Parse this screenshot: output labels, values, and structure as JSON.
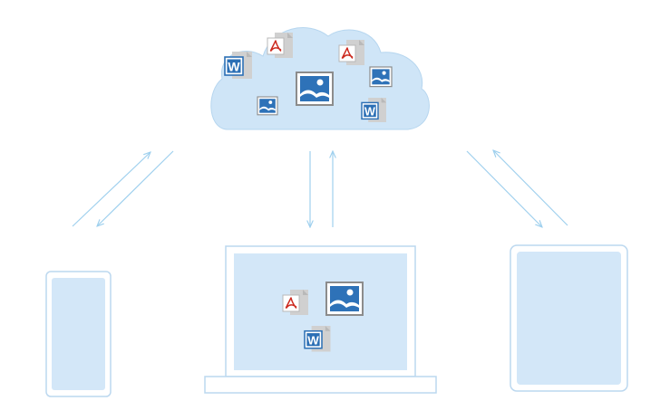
{
  "diagram": {
    "nodes": {
      "cloud": {
        "role": "cloud-storage"
      },
      "phone": {
        "role": "smartphone"
      },
      "laptop": {
        "role": "laptop"
      },
      "tablet": {
        "role": "tablet"
      }
    },
    "connections": [
      {
        "between": [
          "phone",
          "cloud"
        ],
        "directions": [
          "up",
          "down"
        ]
      },
      {
        "between": [
          "laptop",
          "cloud"
        ],
        "directions": [
          "up",
          "down"
        ]
      },
      {
        "between": [
          "tablet",
          "cloud"
        ],
        "directions": [
          "up",
          "down"
        ]
      }
    ],
    "file_icons": {
      "word_letter": "W",
      "types": [
        "word-document-icon",
        "pdf-document-icon",
        "image-file-icon"
      ]
    },
    "colors": {
      "cloud_fill": "#cfe5f7",
      "screen_fill": "#d3e7f8",
      "device_frame": "#bcd8ef",
      "arrow": "#9fd0ee",
      "word_blue": "#2b6fb5",
      "pdf_red": "#cc2a1f",
      "image_blue": "#2e72b8",
      "file_gray": "#cfcfcf"
    }
  }
}
